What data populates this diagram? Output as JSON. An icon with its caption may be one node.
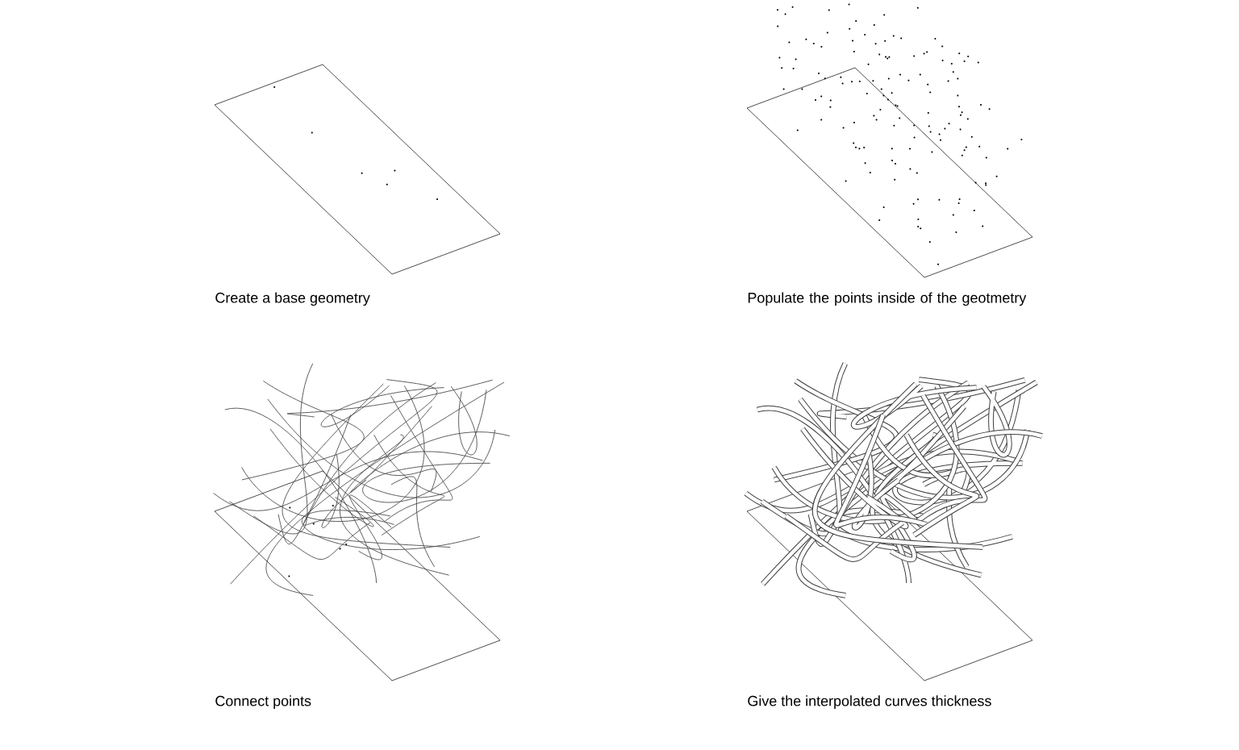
{
  "diagram": {
    "labels": [
      "Create a base geometry",
      "Populate the points inside of the geotmetry",
      "Connect points",
      "Give the interpolated curves thickness"
    ]
  }
}
